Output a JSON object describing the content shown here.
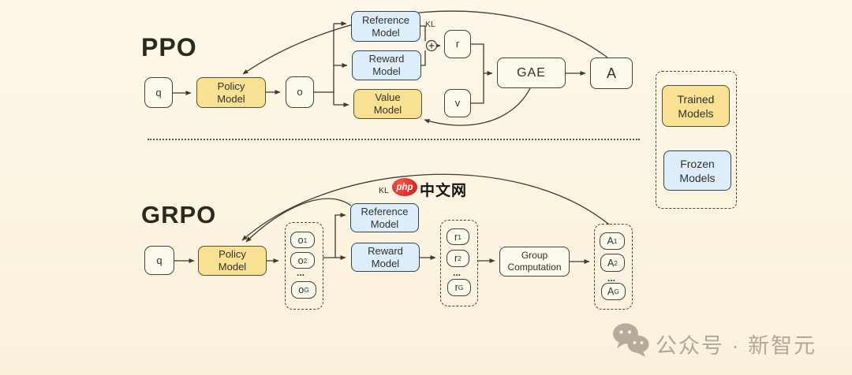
{
  "ppo": {
    "title": "PPO",
    "q": "q",
    "policy": "Policy Model",
    "o": "o",
    "reference": "Reference Model",
    "reward": "Reward Model",
    "value": "Value Model",
    "kl_label": "KL",
    "r": "r",
    "v": "v",
    "gae": "GAE",
    "a": "A"
  },
  "grpo": {
    "title": "GRPO",
    "q": "q",
    "policy": "Policy Model",
    "reference": "Reference Model",
    "reward": "Reward Model",
    "kl_label": "KL",
    "group_computation": "Group Computation",
    "outputs": [
      {
        "base": "o",
        "sub": "1"
      },
      {
        "base": "o",
        "sub": "2"
      },
      {
        "base": "o",
        "sub": "G"
      }
    ],
    "o_ellipsis": "...",
    "rewards": [
      {
        "base": "r",
        "sub": "1"
      },
      {
        "base": "r",
        "sub": "2"
      },
      {
        "base": "r",
        "sub": "G"
      }
    ],
    "r_ellipsis": "...",
    "advantages": [
      {
        "base": "A",
        "sub": "1"
      },
      {
        "base": "A",
        "sub": "2"
      },
      {
        "base": "A",
        "sub": "G"
      }
    ],
    "a_ellipsis": "..."
  },
  "legend": {
    "trained": "Trained Models",
    "frozen": "Frozen Models"
  },
  "watermarks": {
    "php_badge": "php",
    "php_site": "中文网",
    "wechat_text": "公众号 · 新智元"
  },
  "colors": {
    "background": "#fbf4e1",
    "trained_fill": "#f9e194",
    "frozen_fill": "#dcedfc",
    "line": "#3e3b31",
    "php_red": "#e3342b",
    "watermark_gray": "#b2a897"
  }
}
